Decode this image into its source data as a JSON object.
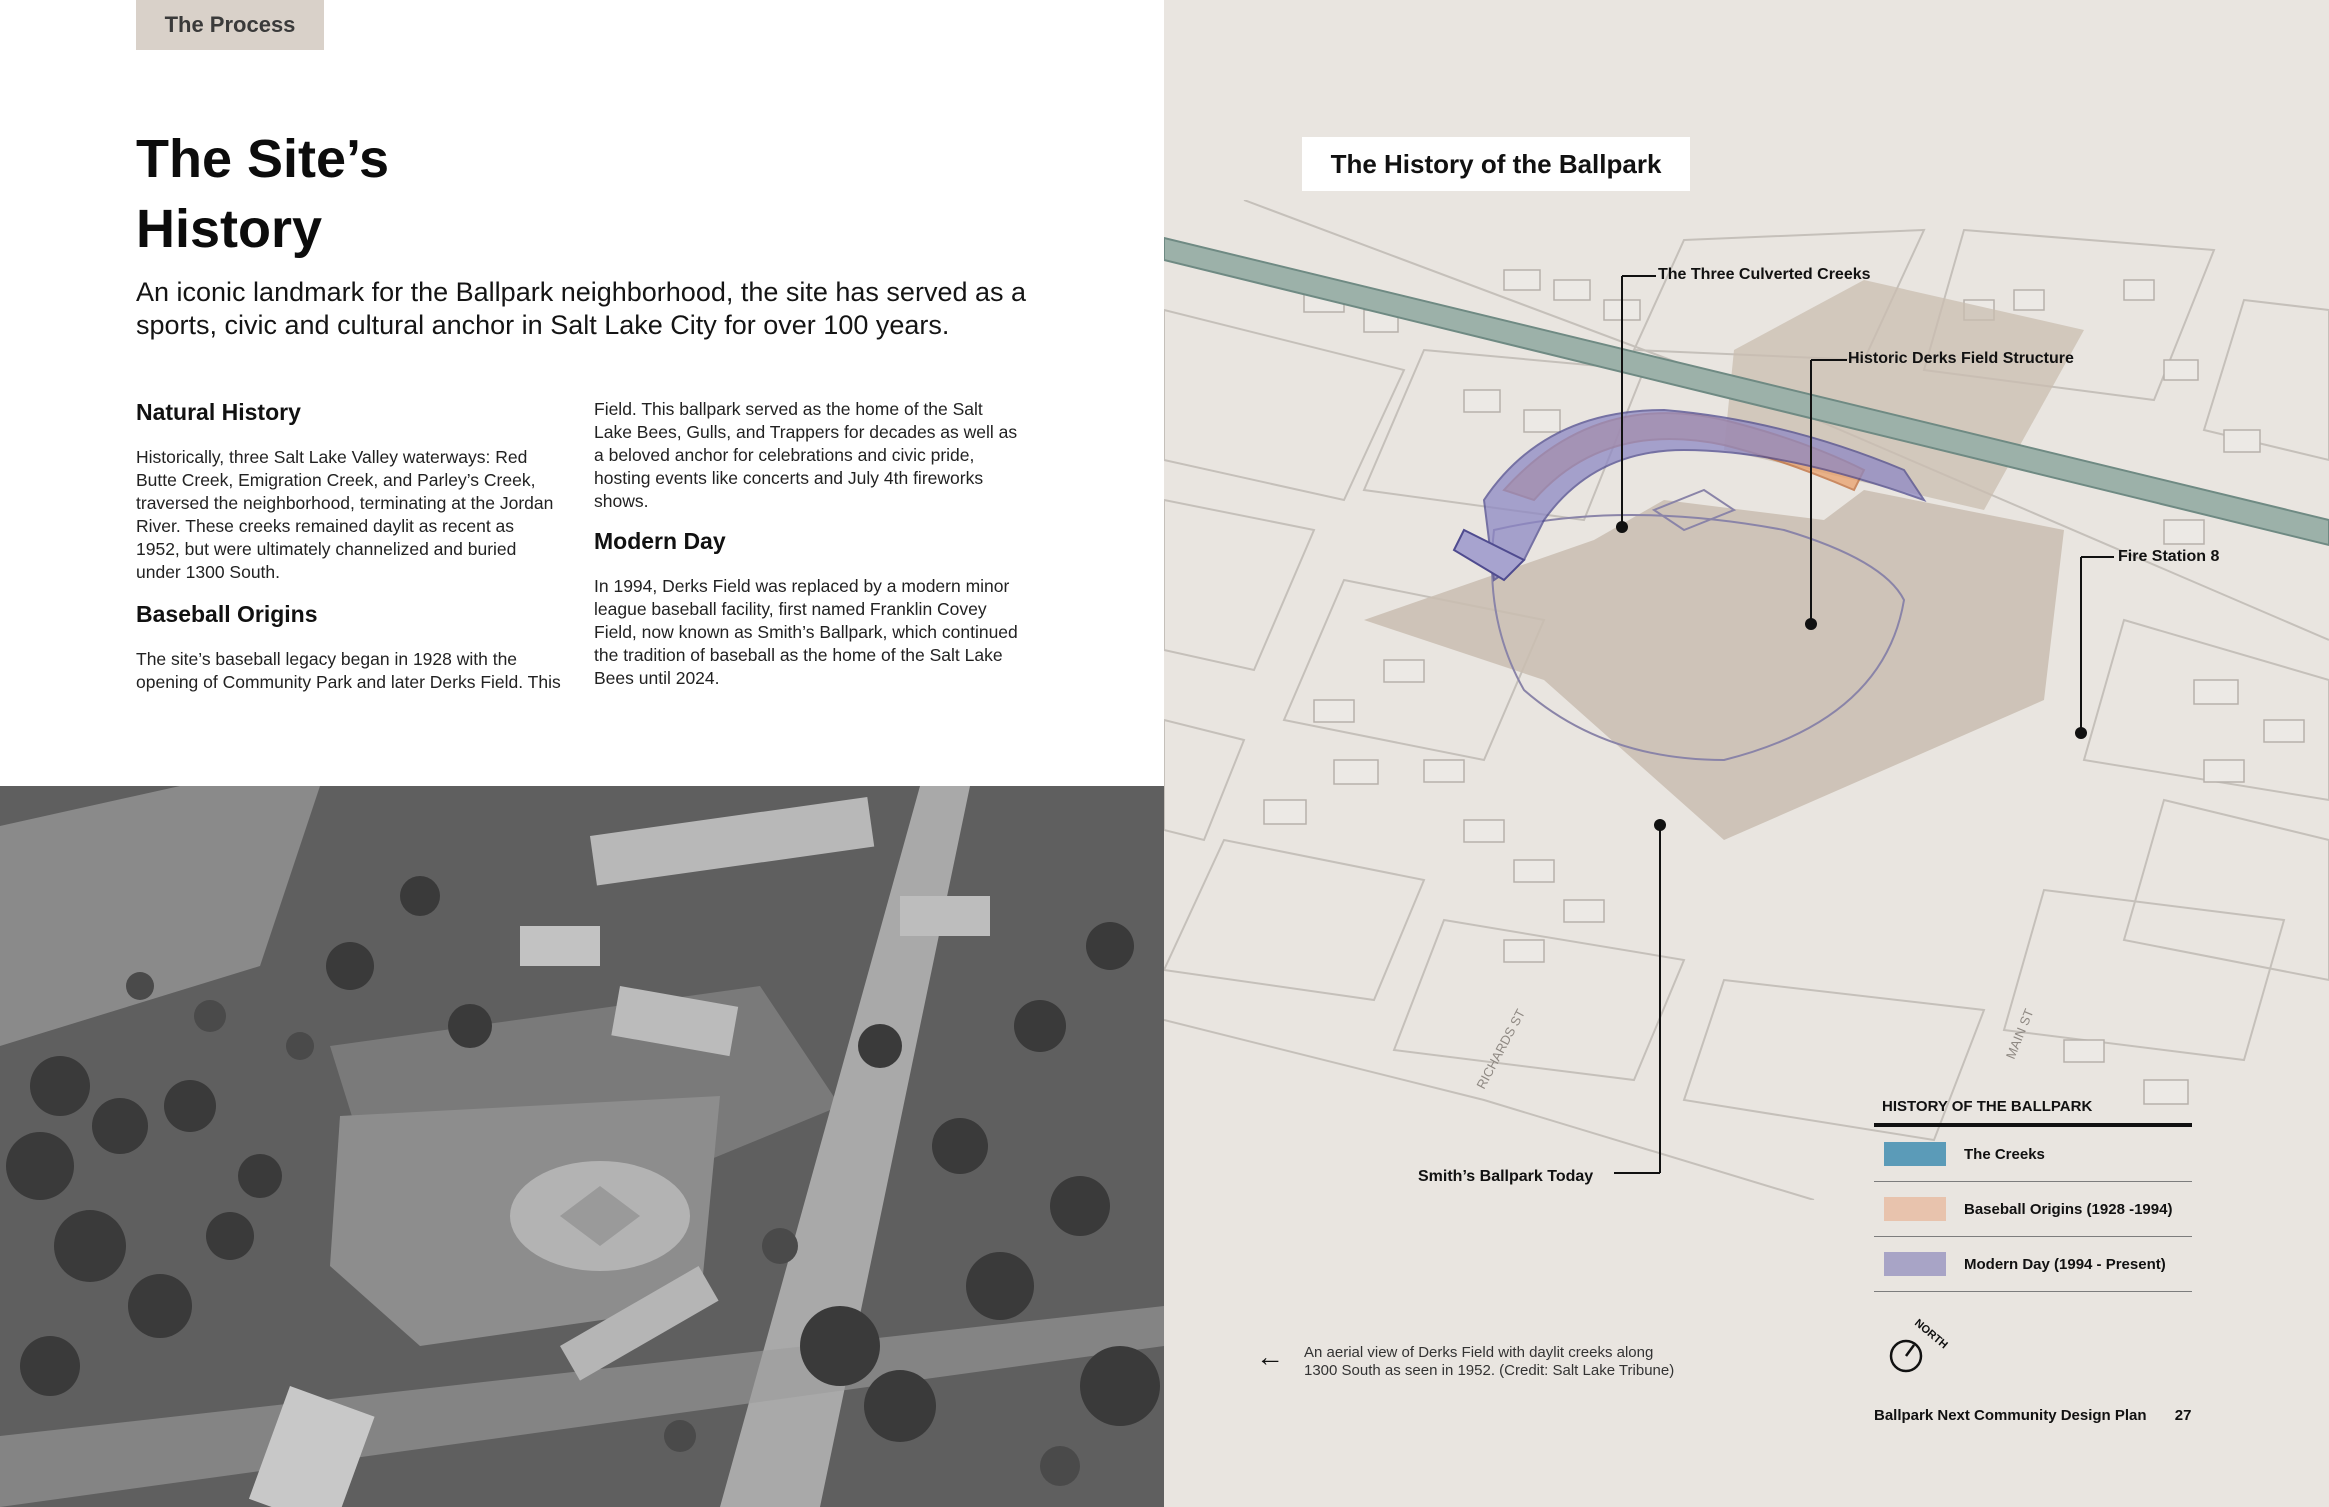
{
  "section_tab": "The Process",
  "left": {
    "title": "The Site’s\nHistory",
    "lead": "An iconic landmark for the Ballpark neighborhood, the site has served as a sports, civic and cultural anchor in Salt Lake City for over 100 years.",
    "natural_history": {
      "heading": "Natural History",
      "body": "Historically, three Salt Lake Valley waterways: Red Butte Creek, Emigration Creek, and Parley’s Creek, traversed the neighborhood, terminating at the Jordan River. These creeks remained daylit as recent as 1952, but were ultimately channelized and buried under 1300 South."
    },
    "baseball_origins": {
      "heading": "Baseball Origins",
      "body": "The site’s baseball legacy began in 1928 with the opening of Community Park and later Derks Field. This ballpark served as the home of the Salt Lake Bees, Gulls, and Trappers for decades as well as a beloved anchor for celebrations and civic pride, hosting events like concerts and July 4th fireworks shows."
    },
    "modern_day": {
      "heading": "Modern Day",
      "body": "In 1994, Derks Field was replaced by a modern minor league baseball facility, first named Franklin Covey Field, now known as Smith’s Ballpark, which continued the tradition of baseball as the home of the Salt Lake Bees until 2024."
    }
  },
  "right": {
    "map_title": "The History of the Ballpark",
    "callouts": {
      "creeks": "The Three Culverted Creeks",
      "derks": "Historic Derks Field Structure",
      "fire": "Fire Station 8",
      "smiths": "Smith’s Ballpark Today"
    },
    "street_labels": [
      "RICHARDS ST",
      "MAIN ST"
    ],
    "legend": {
      "title": "HISTORY OF THE BALLPARK",
      "items": [
        {
          "label": "The Creeks",
          "color": "#5b9bb8"
        },
        {
          "label": "Baseball Origins (1928 -1994)",
          "color": "#e8c3ad"
        },
        {
          "label": "Modern Day (1994 - Present)",
          "color": "#a8a4c6"
        }
      ]
    },
    "caption": "An aerial view of Derks Field with daylit creeks along 1300 South as seen in 1952. (Credit: Salt Lake Tribune)",
    "north_label": "NORTH",
    "footer": {
      "title": "Ballpark Next Community Design Plan",
      "page": "27"
    }
  }
}
